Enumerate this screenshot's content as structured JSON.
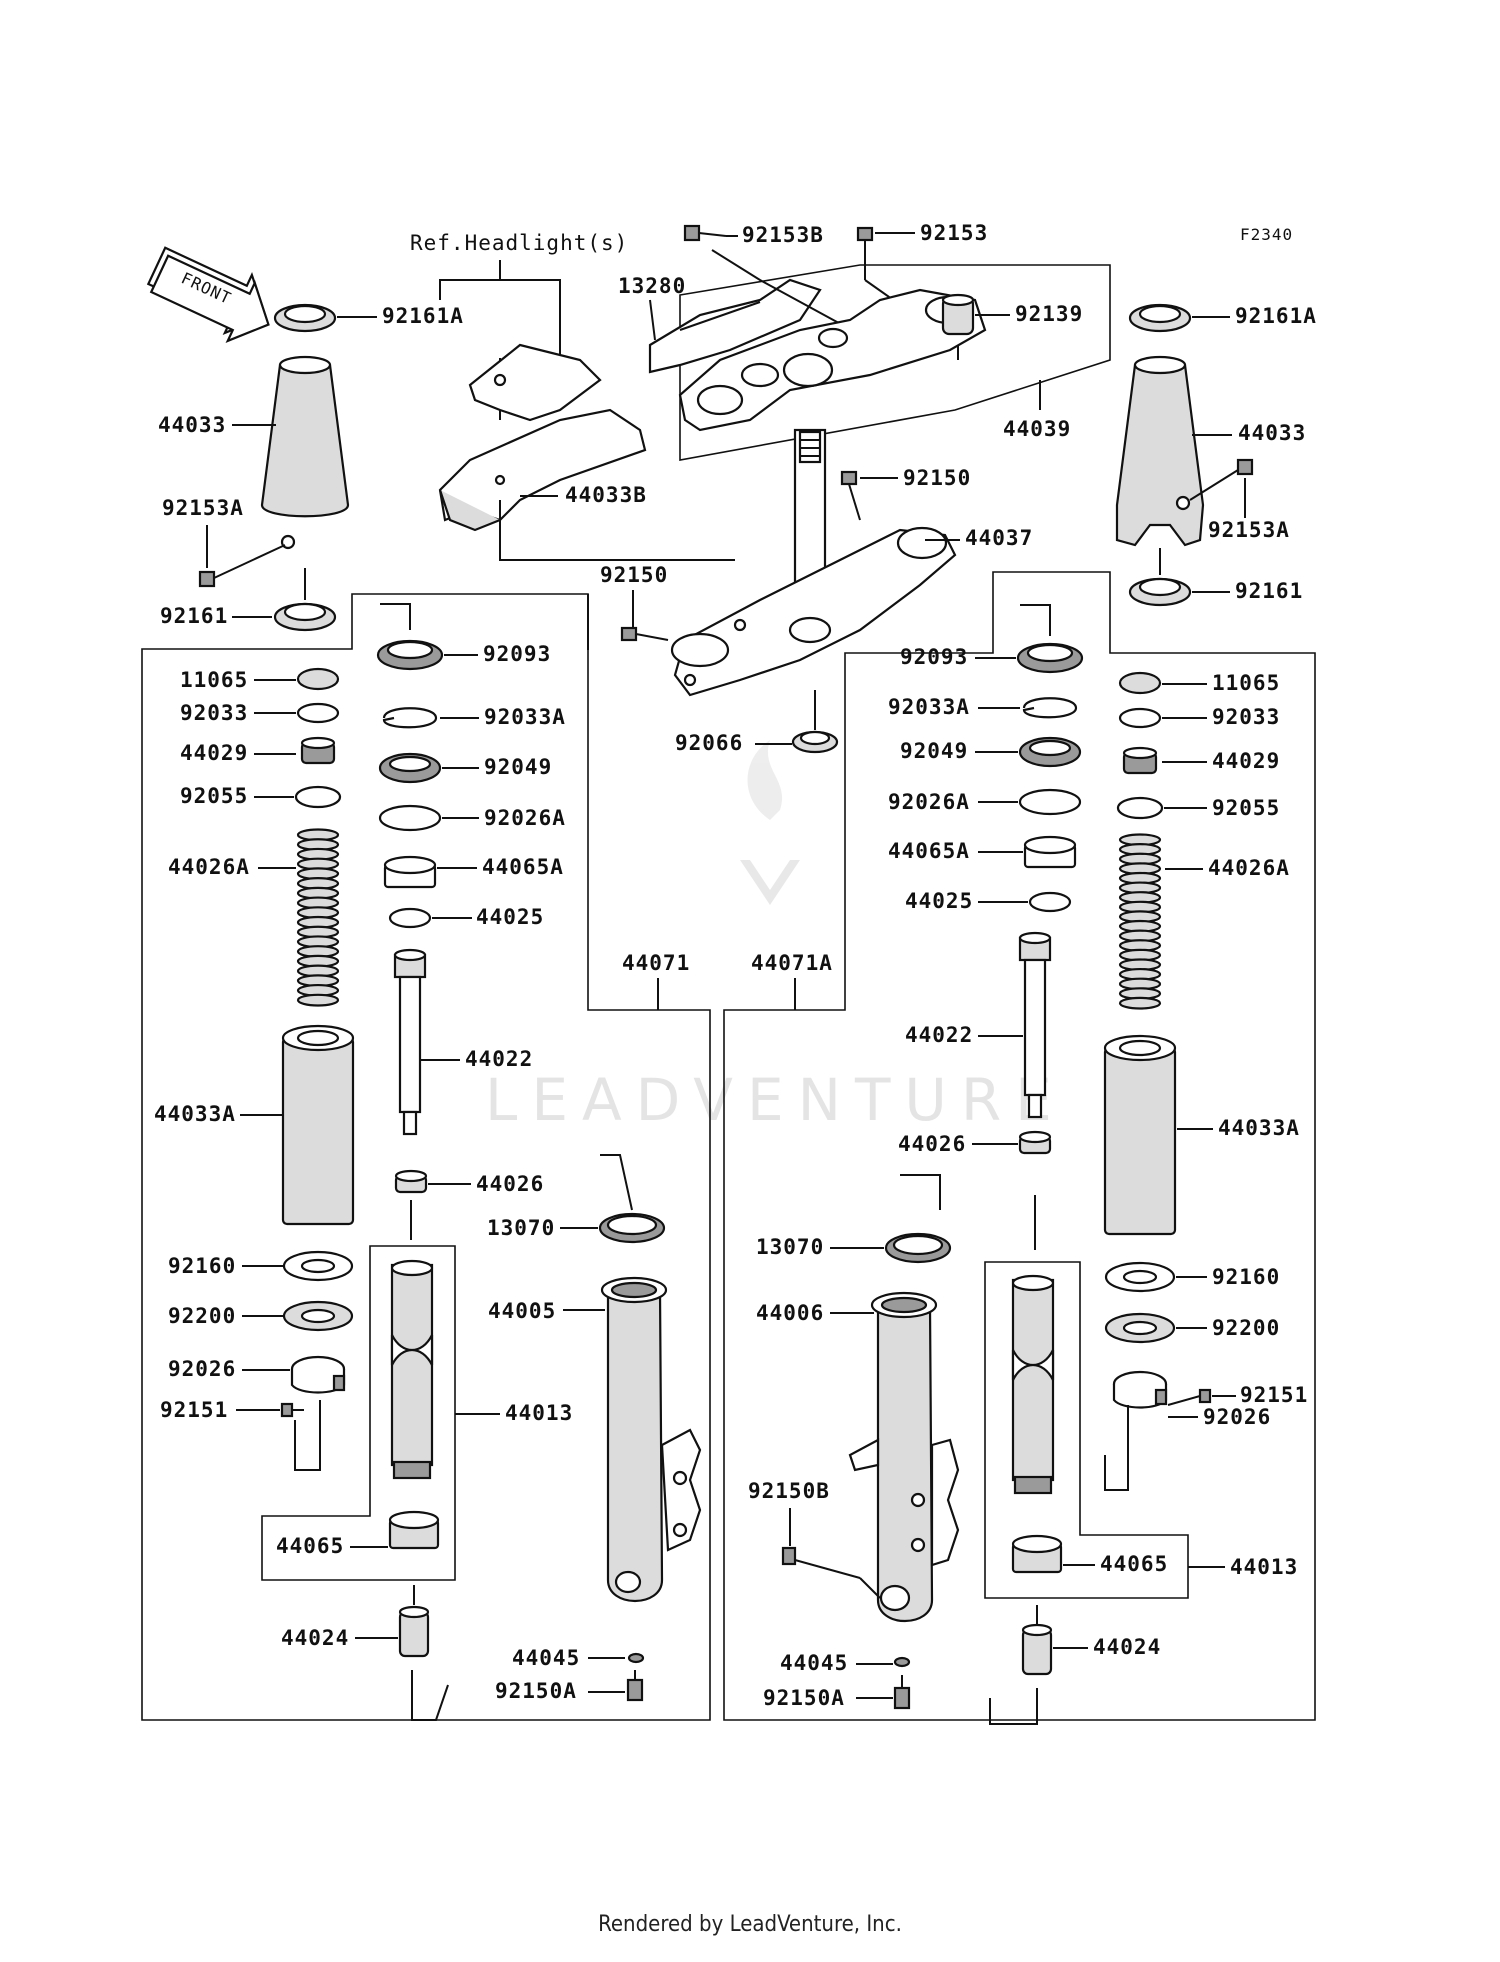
{
  "diagram_code": "F2340",
  "front_label": "FRONT",
  "ref_note": "Ref.Headlight(s)",
  "watermark": "LEADVENTURE",
  "footer": "Rendered by LeadVenture, Inc.",
  "labels": {
    "p92153B": "92153B",
    "p92153": "92153",
    "p13280": "13280",
    "p92139": "92139",
    "p44039": "44039",
    "p92161A_l": "92161A",
    "p92161A_r": "92161A",
    "p44033_l": "44033",
    "p44033_r": "44033",
    "p44033B": "44033B",
    "p92150_t": "92150",
    "p44037": "44037",
    "p92153A_l": "92153A",
    "p92153A_r": "92153A",
    "p92161_l": "92161",
    "p92161_r": "92161",
    "p92150_m": "92150",
    "p92066": "92066",
    "p92093_l": "92093",
    "p92093_r": "92093",
    "p11065_l": "11065",
    "p11065_r": "11065",
    "p92033_l": "92033",
    "p92033_r": "92033",
    "p92033A_l": "92033A",
    "p92033A_r": "92033A",
    "p44029_l": "44029",
    "p44029_r": "44029",
    "p92049_l": "92049",
    "p92049_r": "92049",
    "p92055_l": "92055",
    "p92055_r": "92055",
    "p92026A_l": "92026A",
    "p92026A_r": "92026A",
    "p44026A_l": "44026A",
    "p44026A_r": "44026A",
    "p44065A_l": "44065A",
    "p44065A_r": "44065A",
    "p44025_l": "44025",
    "p44025_r": "44025",
    "p44071": "44071",
    "p44071A": "44071A",
    "p44022_l": "44022",
    "p44022_r": "44022",
    "p44033A_l": "44033A",
    "p44033A_r": "44033A",
    "p44026_l": "44026",
    "p44026_r": "44026",
    "p13070_l": "13070",
    "p13070_r": "13070",
    "p92160_l": "92160",
    "p92160_r": "92160",
    "p44005": "44005",
    "p44006": "44006",
    "p92200_l": "92200",
    "p92200_r": "92200",
    "p92026_l": "92026",
    "p92026_r": "92026",
    "p92151_l": "92151",
    "p92151_r": "92151",
    "p44013_l": "44013",
    "p44013_r": "44013",
    "p92150B": "92150B",
    "p44065_l": "44065",
    "p44065_r": "44065",
    "p44024_l": "44024",
    "p44024_r": "44024",
    "p44045_l": "44045",
    "p44045_r": "44045",
    "p92150A_l": "92150A",
    "p92150A_r": "92150A"
  }
}
